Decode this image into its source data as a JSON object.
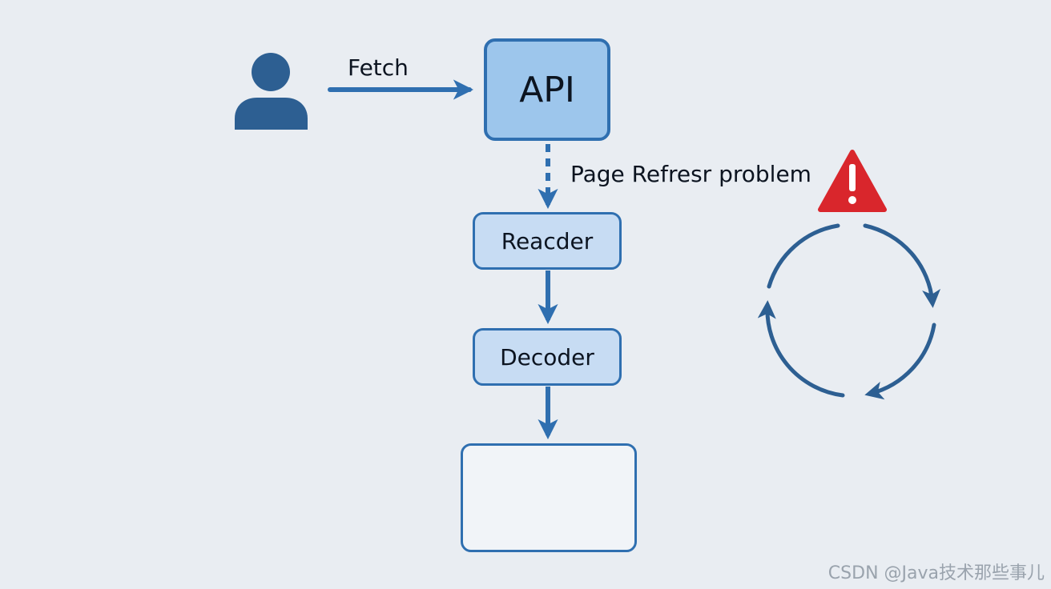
{
  "labels": {
    "fetch": "Fetch",
    "refresh_problem": "Page Refresr problem"
  },
  "nodes": {
    "api": "API",
    "reacder": "Reacder",
    "decoder": "Decoder"
  },
  "icons": {
    "user": "user-icon",
    "warning": "warning-icon",
    "cycle": "refresh-cycle-icon",
    "output": "grid-blocks-icon"
  },
  "watermark": "CSDN @Java技术那些事儿",
  "colors": {
    "accent": "#2f6fb0",
    "user": "#2d5f92",
    "warning": "#d9262c",
    "node_fill": "#c7dcf3",
    "api_fill": "#9dc6ec"
  }
}
